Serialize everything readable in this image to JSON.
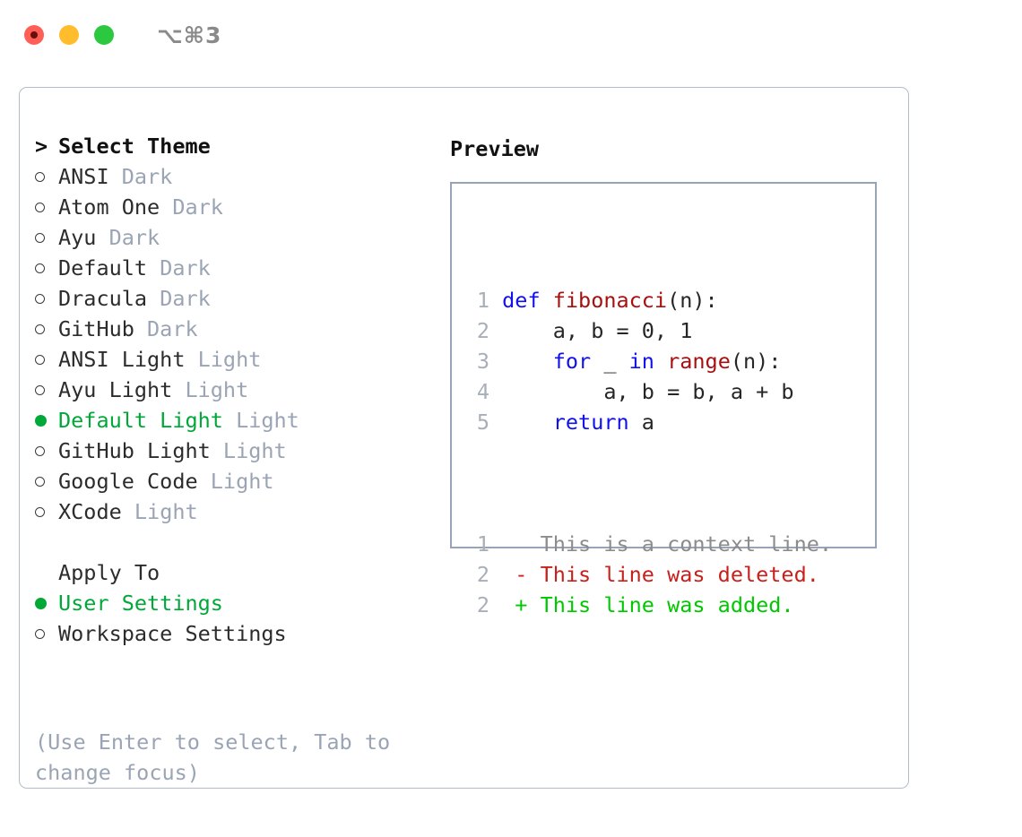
{
  "window": {
    "shortcut_title": "⌥⌘3",
    "traffic_lights": [
      {
        "name": "close",
        "color": "#ff5f57"
      },
      {
        "name": "minimize",
        "color": "#ffbd2e"
      },
      {
        "name": "maximize",
        "color": "#2bc840"
      }
    ]
  },
  "theme_picker": {
    "header": "Select Theme",
    "header_marker": ">",
    "items": [
      {
        "name": "ANSI",
        "suffix": "Dark",
        "selected": false
      },
      {
        "name": "Atom One",
        "suffix": "Dark",
        "selected": false
      },
      {
        "name": "Ayu",
        "suffix": "Dark",
        "selected": false
      },
      {
        "name": "Default",
        "suffix": "Dark",
        "selected": false
      },
      {
        "name": "Dracula",
        "suffix": "Dark",
        "selected": false
      },
      {
        "name": "GitHub",
        "suffix": "Dark",
        "selected": false
      },
      {
        "name": "ANSI Light",
        "suffix": "Light",
        "selected": false
      },
      {
        "name": "Ayu Light",
        "suffix": "Light",
        "selected": false
      },
      {
        "name": "Default Light",
        "suffix": "Light",
        "selected": true
      },
      {
        "name": "GitHub Light",
        "suffix": "Light",
        "selected": false
      },
      {
        "name": "Google Code",
        "suffix": "Light",
        "selected": false
      },
      {
        "name": "XCode",
        "suffix": "Light",
        "selected": false
      }
    ]
  },
  "apply_to": {
    "header": "Apply To",
    "options": [
      {
        "name": "User Settings",
        "selected": true
      },
      {
        "name": "Workspace Settings",
        "selected": false
      }
    ]
  },
  "hint": {
    "line1": "(Use Enter to select, Tab to",
    "line2": "change focus)"
  },
  "preview": {
    "title": "Preview",
    "code_lines": [
      {
        "num": "1",
        "tokens": [
          {
            "t": "def ",
            "c": "kw"
          },
          {
            "t": "fibonacci",
            "c": "fn"
          },
          {
            "t": "(n):",
            "c": "pl"
          }
        ]
      },
      {
        "num": "2",
        "tokens": [
          {
            "t": "    a, b = 0, 1",
            "c": "pl"
          }
        ]
      },
      {
        "num": "3",
        "tokens": [
          {
            "t": "    ",
            "c": "pl"
          },
          {
            "t": "for",
            "c": "kw"
          },
          {
            "t": " _ ",
            "c": "pl"
          },
          {
            "t": "in",
            "c": "kw"
          },
          {
            "t": " ",
            "c": "pl"
          },
          {
            "t": "range",
            "c": "fn"
          },
          {
            "t": "(n):",
            "c": "pl"
          }
        ]
      },
      {
        "num": "4",
        "tokens": [
          {
            "t": "        a, b = b, a + b",
            "c": "pl"
          }
        ]
      },
      {
        "num": "5",
        "tokens": [
          {
            "t": "    ",
            "c": "pl"
          },
          {
            "t": "return",
            "c": "kw"
          },
          {
            "t": " a",
            "c": "pl"
          }
        ]
      }
    ],
    "diff_lines": [
      {
        "num": "1",
        "sign": " ",
        "text": " This is a context line.",
        "kind": "d-ctx"
      },
      {
        "num": "2",
        "sign": "-",
        "text": " This line was deleted.",
        "kind": "d-del"
      },
      {
        "num": "2",
        "sign": "+",
        "text": " This line was added.",
        "kind": "d-add"
      }
    ]
  },
  "colors": {
    "selected_green": "#00a838",
    "keyword_blue": "#1111ee",
    "function_red": "#a81010",
    "diff_delete": "#c8211c",
    "diff_add": "#00c800",
    "muted": "#9aa4b4",
    "border": "#b3bcc8"
  }
}
